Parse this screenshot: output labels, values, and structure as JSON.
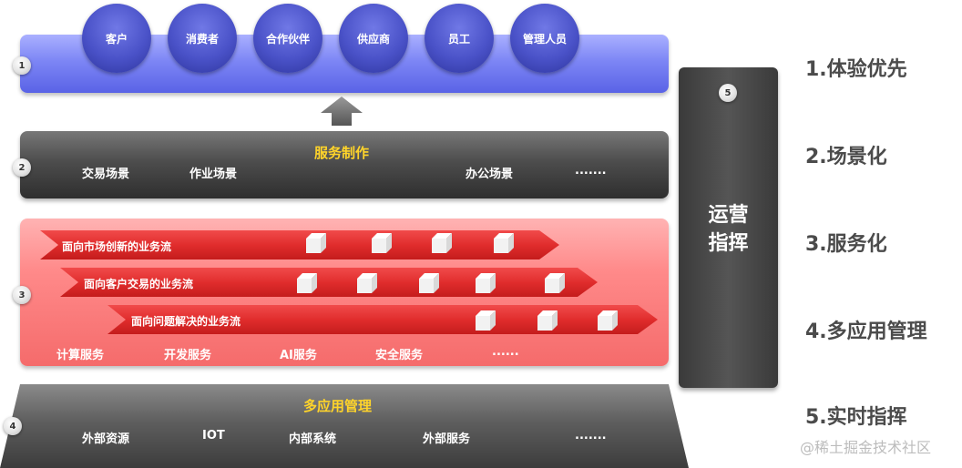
{
  "layer1": {
    "number": "1",
    "circles": [
      "客户",
      "消费者",
      "合作伙伴",
      "供应商",
      "员工",
      "管理人员"
    ]
  },
  "layer2": {
    "number": "2",
    "title": "服务制作",
    "items": [
      "交易场景",
      "作业场景",
      "办公场景",
      "......."
    ]
  },
  "layer3": {
    "number": "3",
    "flows": [
      "面向市场创新的业务流",
      "面向客户交易的业务流",
      "面向问题解决的业务流"
    ],
    "services": [
      "计算服务",
      "开发服务",
      "AI服务",
      "安全服务",
      "......"
    ]
  },
  "layer4": {
    "number": "4",
    "title": "多应用管理",
    "items": [
      "外部资源",
      "IOT",
      "内部系统",
      "外部服务",
      "......."
    ]
  },
  "panel": {
    "number": "5",
    "line1": "运营",
    "line2": "指挥"
  },
  "right_labels": [
    "1.体验优先",
    "2.场景化",
    "3.服务化",
    "4.多应用管理",
    "5.实时指挥"
  ],
  "watermark": "@稀土掘金技术社区",
  "colors": {
    "layer1": "#7d86f5",
    "circle": "#4a52c8",
    "layer2": "#4d4d4d",
    "accent_yellow": "#ffd42a",
    "layer3": "#ff8a8a",
    "flow_arrow": "#e12d2d",
    "layer4": "#5e5e5e",
    "panel": "#474747"
  }
}
